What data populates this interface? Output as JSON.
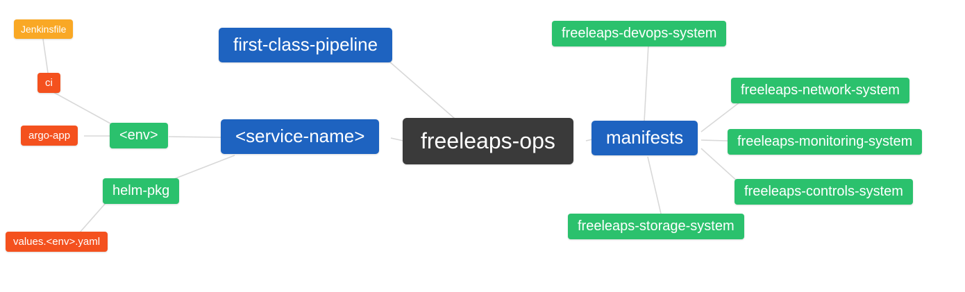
{
  "diagram": {
    "root": {
      "label": "freeleaps-ops"
    },
    "nodes": {
      "jenkinsfile": {
        "label": "Jenkinsfile"
      },
      "ci": {
        "label": "ci"
      },
      "argo_app": {
        "label": "argo-app"
      },
      "env": {
        "label": "<env>"
      },
      "service_name": {
        "label": "<service-name>"
      },
      "helm_pkg": {
        "label": "helm-pkg"
      },
      "values_env": {
        "label": "values.<env>.yaml"
      },
      "pipeline": {
        "label": "first-class-pipeline"
      },
      "manifests": {
        "label": "manifests"
      },
      "devops": {
        "label": "freeleaps-devops-system"
      },
      "network": {
        "label": "freeleaps-network-system"
      },
      "monitoring": {
        "label": "freeleaps-monitoring-system"
      },
      "controls": {
        "label": "freeleaps-controls-system"
      },
      "storage": {
        "label": "freeleaps-storage-system"
      }
    },
    "colors": {
      "root_bg": "#3a3a3a",
      "blue": "#1e63c0",
      "green": "#2bc16d",
      "red": "#f4511e",
      "orange": "#f9a825",
      "edge": "#d8d8d8"
    }
  }
}
